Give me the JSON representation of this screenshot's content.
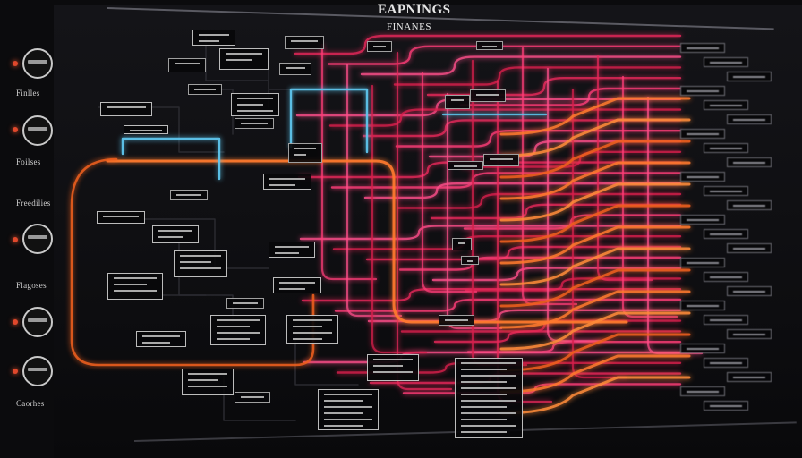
{
  "header": {
    "title": "EAPNINGS",
    "subtitle": "FINANES"
  },
  "sidebar": {
    "labels": [
      "Finlles",
      "Foilses",
      "Freedilies",
      "Flagoses",
      "Caorhes"
    ]
  },
  "colors": {
    "background": "#0b0b0d",
    "wire_red": "#e8285a",
    "wire_pink": "#ff3d78",
    "wire_orange": "#ff7a2e",
    "wire_blue": "#5fc8f0",
    "node_border": "#bcbcbc"
  }
}
